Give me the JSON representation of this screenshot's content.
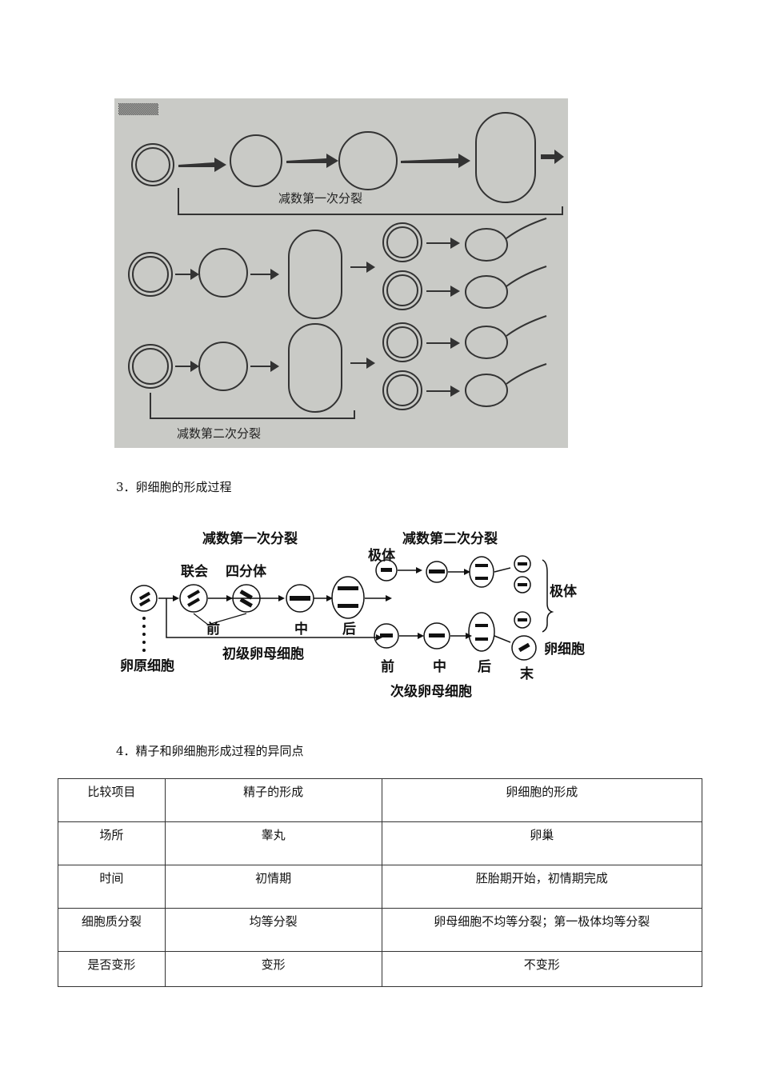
{
  "photo": {
    "label_meiosis1": "减数第一次分裂",
    "label_meiosis2": "减数第二次分裂"
  },
  "section3": {
    "heading": "3．卵细胞的形成过程"
  },
  "egg_diagram": {
    "title1": "减数第一次分裂",
    "title2": "减数第二次分裂",
    "synapsis": "联会",
    "tetrad": "四分体",
    "polar_body": "极体",
    "polar_body_right": "极体",
    "egg_cell": "卵细胞",
    "oogonium": "卵原细胞",
    "primary_oocyte": "初级卵母细胞",
    "secondary_oocyte": "次级卵母细胞",
    "pro": "前",
    "meta": "中",
    "ana": "后",
    "pro2": "前",
    "meta2": "中",
    "ana2": "后",
    "telo": "末"
  },
  "section4": {
    "heading": "4．精子和卵细胞形成过程的异同点"
  },
  "comparison": {
    "header": [
      "比较项目",
      "精子的形成",
      "卵细胞的形成"
    ],
    "rows": [
      [
        "场所",
        "睾丸",
        "卵巢"
      ],
      [
        "时间",
        "初情期",
        "胚胎期开始，初情期完成"
      ],
      [
        "细胞质分裂",
        "均等分裂",
        "卵母细胞不均等分裂；第一极体均等分裂"
      ],
      [
        "是否变形",
        "变形",
        "不变形"
      ]
    ]
  }
}
